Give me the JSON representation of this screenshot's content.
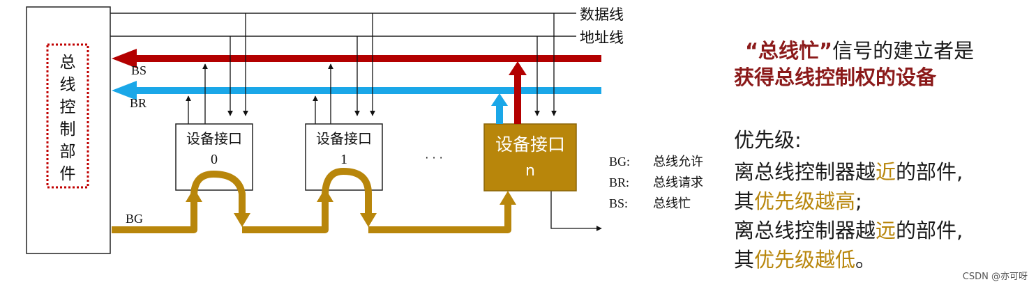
{
  "diagram": {
    "controller_label": "总线控制部件",
    "bus_labels": {
      "data": "数据线",
      "address": "地址线"
    },
    "signal_labels": {
      "bs": "BS",
      "br": "BR",
      "bg": "BG"
    },
    "devices": [
      {
        "name": "设备接口",
        "index": "0"
      },
      {
        "name": "设备接口",
        "index": "1"
      },
      {
        "name": "设备接口",
        "index": "n"
      }
    ],
    "ellipsis": "· · ·",
    "legend": [
      {
        "code": "BG:",
        "meaning": "总线允许"
      },
      {
        "code": "BR:",
        "meaning": "总线请求"
      },
      {
        "code": "BS:",
        "meaning": "总线忙"
      }
    ],
    "colors": {
      "bs": "#b30000",
      "br": "#1aa7e8",
      "bg": "#b8860b",
      "active_device": "#b8860b",
      "controller_dots": "#c00000"
    }
  },
  "notes": {
    "note1": {
      "quote": "“总线忙”",
      "rest": "信号的建立者是",
      "line2": "获得总线控制权的设备"
    },
    "priority": {
      "title": "优先级:",
      "near": {
        "pre": "离总线控制器越",
        "key": "近",
        "post": "的部件,"
      },
      "high": {
        "pre": "其",
        "key": "优先级越高",
        "post": ";"
      },
      "far": {
        "pre": "离总线控制器越",
        "key": "远",
        "post": "的部件,"
      },
      "low": {
        "pre": "其",
        "key": "优先级越低",
        "post": "。"
      }
    }
  },
  "watermark": "CSDN @亦可呀"
}
